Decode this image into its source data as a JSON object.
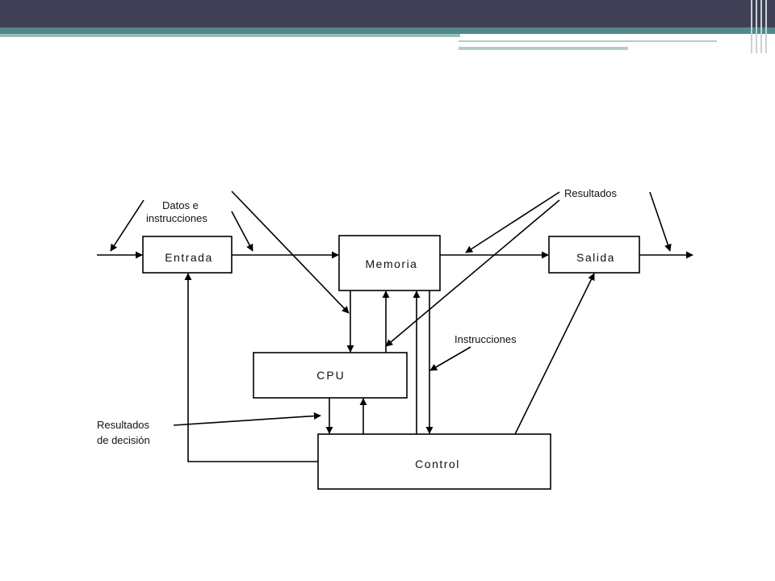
{
  "slide": {
    "colors": {
      "title_bar": "#3f3f55",
      "accent_teal": "#4f8a8b"
    }
  },
  "diagram": {
    "boxes": {
      "entrada": "Entrada",
      "memoria": "Memoria",
      "salida": "Salida",
      "cpu": "CPU",
      "control": "Control"
    },
    "labels": {
      "datos_line1": "Datos e",
      "datos_line2": "instrucciones",
      "resultados": "Resultados",
      "instrucciones": "Instrucciones",
      "resultados_decision_line1": "Resultados",
      "resultados_decision_line2": "de decisión"
    }
  }
}
